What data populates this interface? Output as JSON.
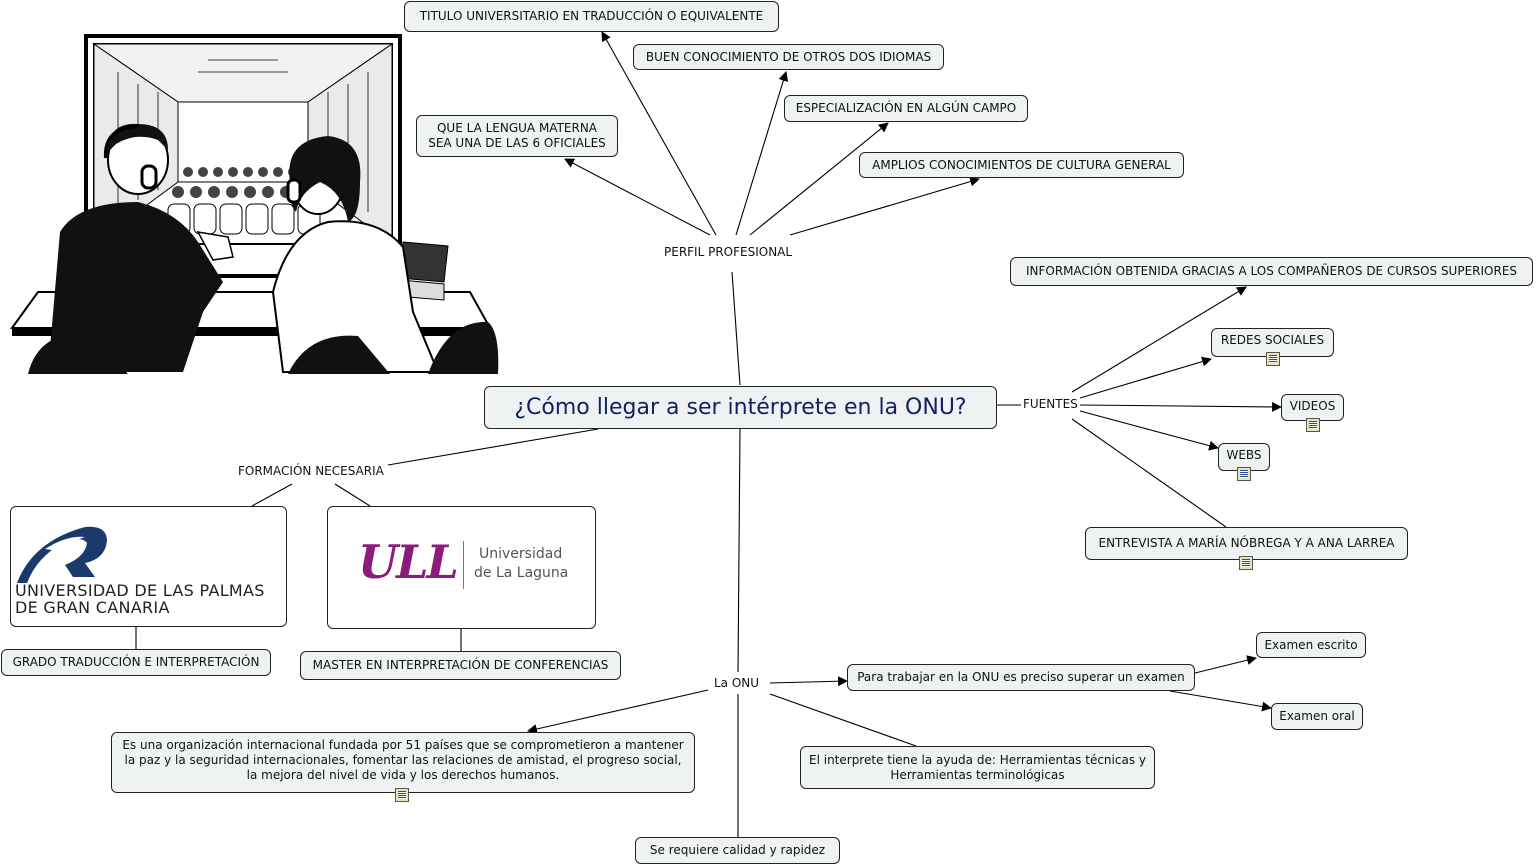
{
  "main_topic": "¿Cómo llegar a ser intérprete en la ONU?",
  "perfil": {
    "label": "PERFIL PROFESIONAL",
    "items": [
      "TITULO UNIVERSITARIO EN TRADUCCIÓN O EQUIVALENTE",
      "BUEN CONOCIMIENTO DE OTROS DOS IDIOMAS",
      "ESPECIALIZACIÓN EN ALGÚN CAMPO",
      "AMPLIOS CONOCIMIENTOS DE CULTURA GENERAL"
    ],
    "lengua": [
      "QUE LA LENGUA MATERNA",
      "SEA UNA DE LAS 6 OFICIALES"
    ]
  },
  "fuentes": {
    "label": "FUENTES",
    "items": [
      "INFORMACIÓN OBTENIDA GRACIAS A LOS COMPAÑEROS DE CURSOS SUPERIORES",
      "REDES SOCIALES",
      "VIDEOS",
      "WEBS",
      "ENTREVISTA A MARÍA NÓBREGA Y A ANA LARREA"
    ]
  },
  "formacion": {
    "label": "FORMACIÓN NECESARIA",
    "ulpgc": {
      "line1": "UNIVERSIDAD DE LAS PALMAS",
      "line2": "DE GRAN CANARIA",
      "caption": "GRADO TRADUCCIÓN E INTERPRETACIÓN"
    },
    "ull": {
      "mark": "ULL",
      "line1": "Universidad",
      "line2": "de La Laguna",
      "caption": "MASTER EN INTERPRETACIÓN DE CONFERENCIAS"
    }
  },
  "onu": {
    "label": "La ONU",
    "examen": "Para trabajar en la ONU es preciso superar un examen",
    "escrito": "Examen escrito",
    "oral": "Examen oral",
    "organizacion": [
      "Es una organización internacional  fundada por 51 países que se comprometieron a mantener",
      "la paz y la seguridad internacionales, fomentar las relaciones de amistad, el progreso social,",
      "la mejora del nivel de vida y los derechos humanos."
    ],
    "ayuda": [
      "El interprete tiene la ayuda de: Herramientas técnicas y",
      "Herramientas terminológicas"
    ],
    "calidad": "Se requiere calidad y rapidez"
  },
  "colors": {
    "node_bg": "#eef2f3",
    "main_text": "#13205f",
    "ulpgc_blue": "#1b3a6b",
    "ull_purple": "#8a1c7c"
  },
  "icons": [
    "resource-icon"
  ]
}
